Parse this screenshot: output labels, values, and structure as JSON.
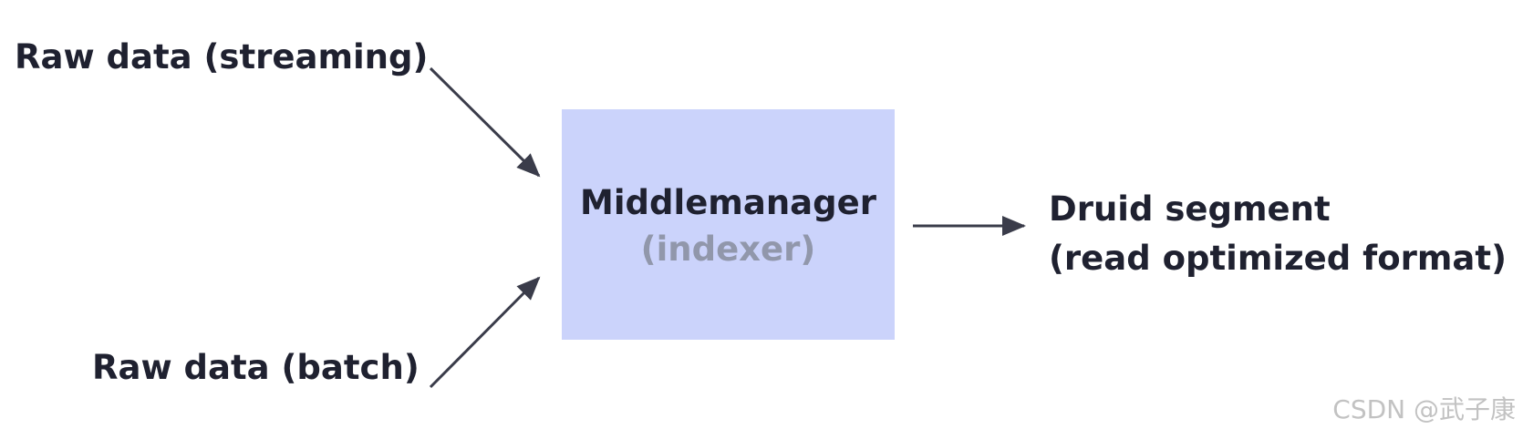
{
  "inputs": {
    "streaming": "Raw data (streaming)",
    "batch": "Raw data (batch)"
  },
  "process": {
    "title": "Middlemanager",
    "subtitle": "(indexer)"
  },
  "output": {
    "line1": "Druid segment",
    "line2": "(read optimized format)"
  },
  "watermark": "CSDN @武子康",
  "colors": {
    "box_fill": "#cbd3fb",
    "text": "#1f2130",
    "subtitle": "#9197ab",
    "arrow": "#3a3c4a"
  }
}
